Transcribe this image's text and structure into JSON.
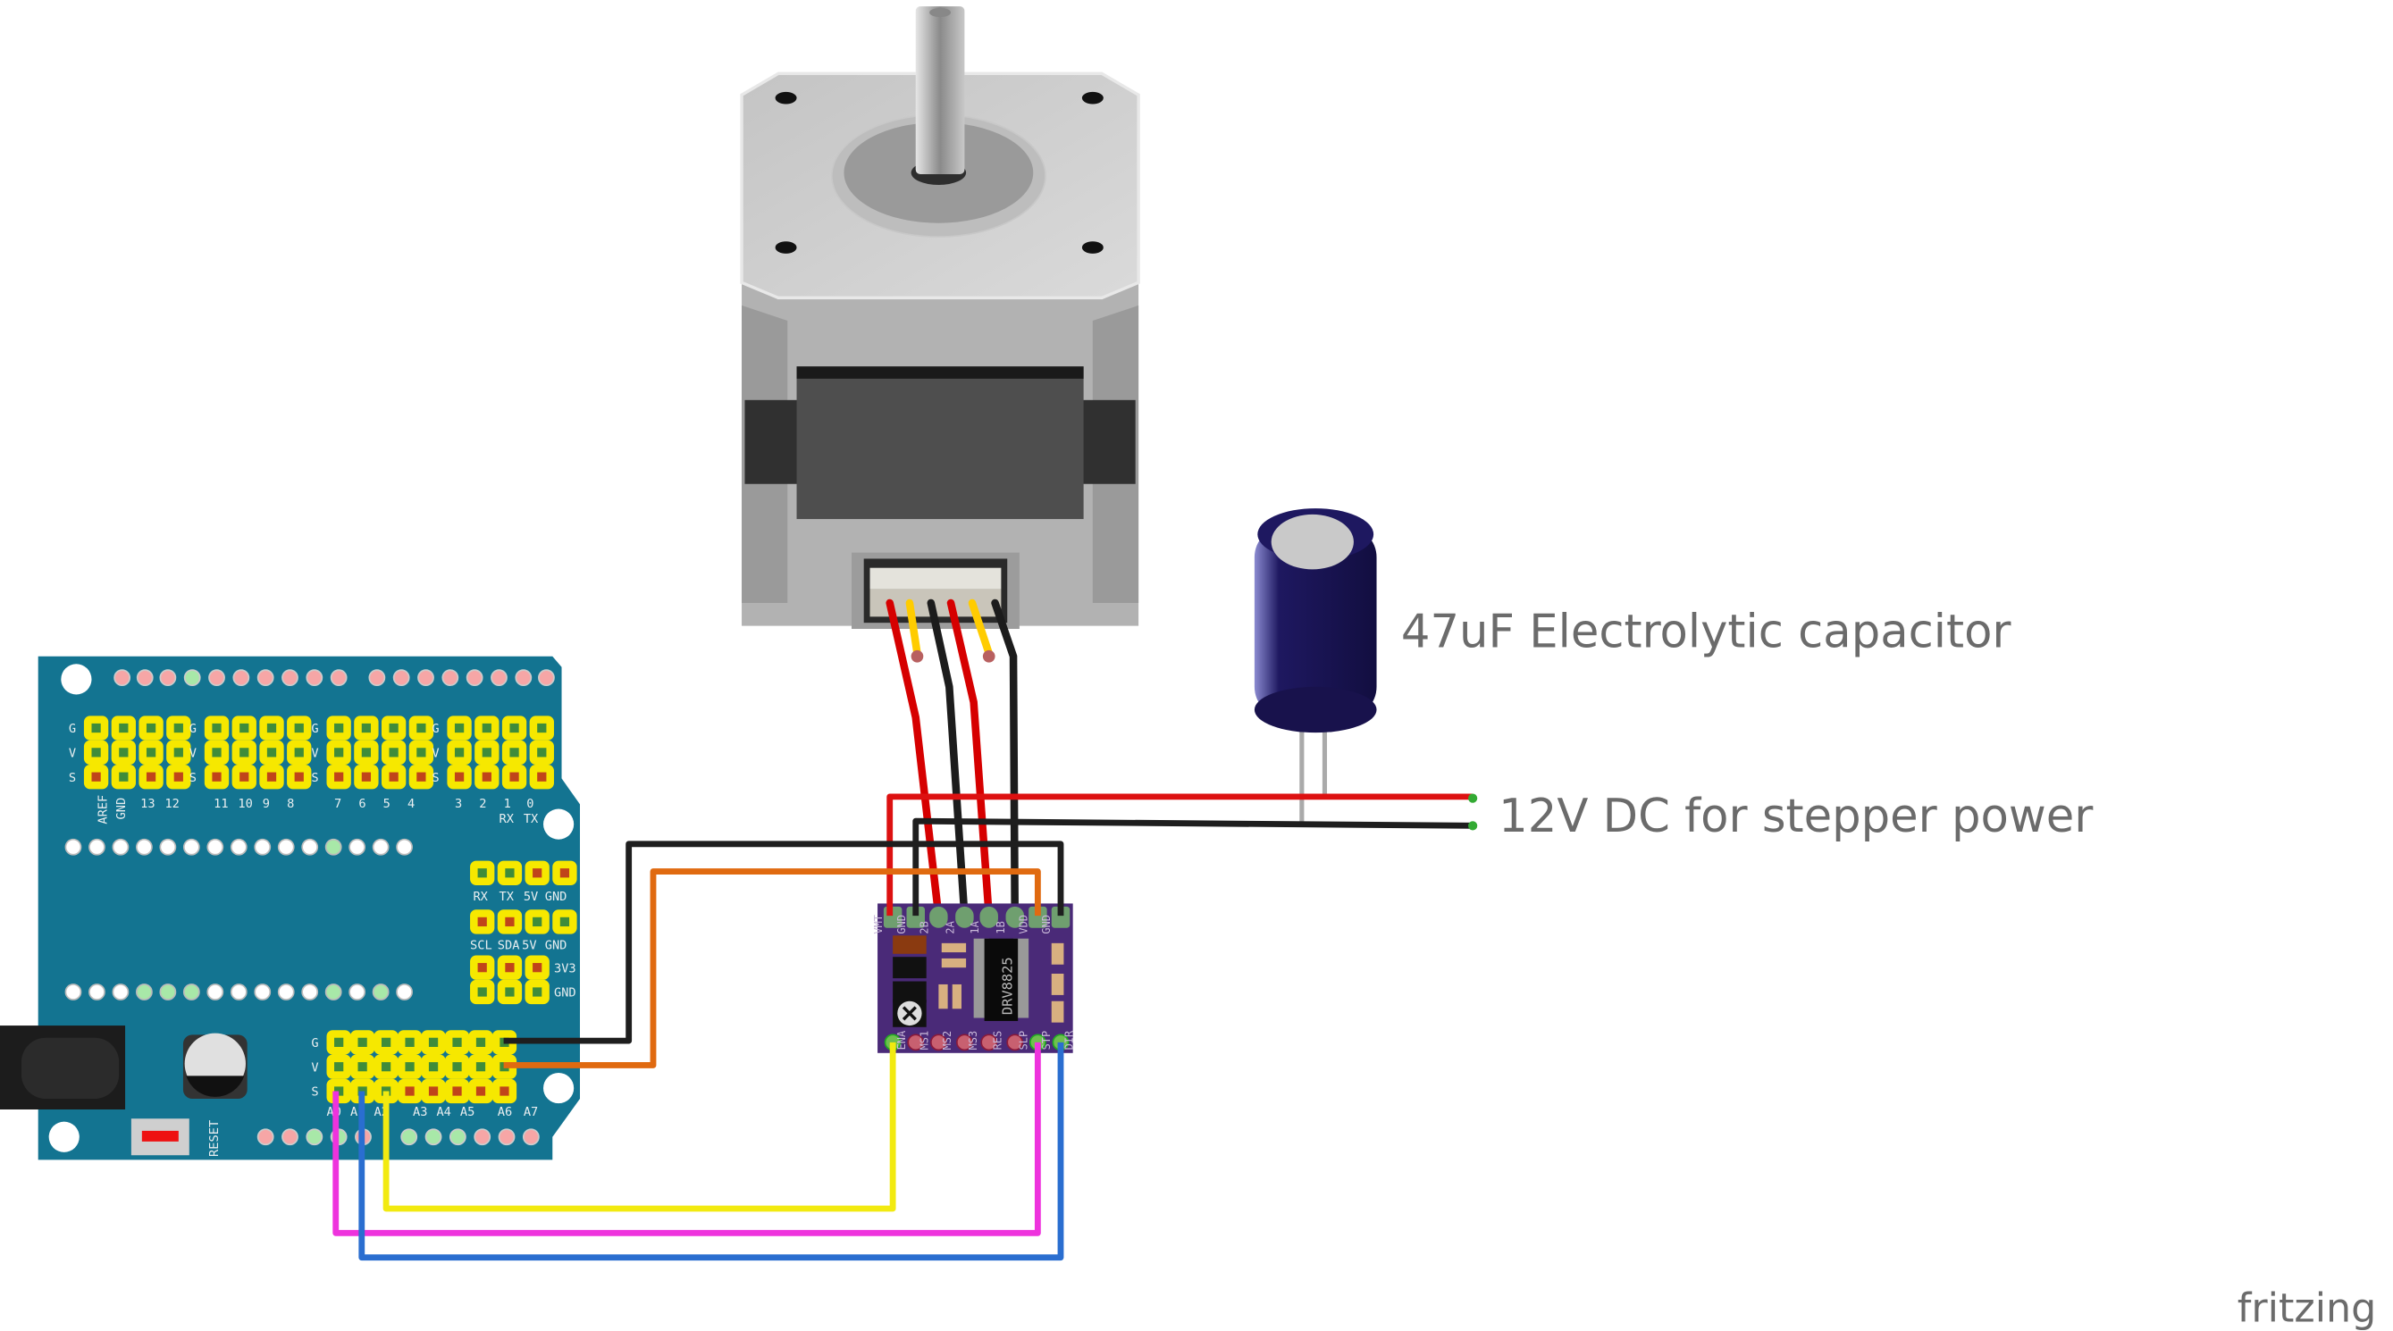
{
  "annotations": {
    "capacitor_label": "47uF Electrolytic capacitor",
    "power_label": "12V DC for stepper power"
  },
  "logo": "fritzing",
  "shield": {
    "row_labels": [
      "G",
      "V",
      "S"
    ],
    "digital_labels": [
      "AREF",
      "GND",
      "13",
      "12",
      "11",
      "10",
      "9",
      "8",
      "7",
      "6",
      "5",
      "4",
      "3",
      "2",
      "1",
      "0"
    ],
    "rx_tx": [
      "RX",
      "TX"
    ],
    "uart_labels": [
      "RX",
      "TX",
      "5V",
      "GND"
    ],
    "i2c_labels": [
      "SCL",
      "SDA",
      "5V",
      "GND"
    ],
    "power_labels": [
      "3V3",
      "GND"
    ],
    "analog_labels": [
      "A0",
      "A1",
      "A2",
      "A3",
      "A4",
      "A5",
      "A6",
      "A7"
    ],
    "reset_label": "RESET",
    "color": "#137491"
  },
  "driver": {
    "chip_label": "DRV8825",
    "top_pins": [
      "VMT",
      "GND",
      "2B",
      "2A",
      "1A",
      "1B",
      "VDD",
      "GND"
    ],
    "bottom_pins": [
      "ENA",
      "MS1",
      "MS2",
      "MS3",
      "RES",
      "SLP",
      "STP",
      "DIR"
    ],
    "color": "#4a2a78"
  },
  "wire_colors": {
    "red": "#dd1111",
    "black": "#1e1e1e",
    "orange": "#e06a10",
    "yellow": "#f2ea10",
    "magenta": "#ee33dd",
    "blue": "#2a6ed0"
  }
}
